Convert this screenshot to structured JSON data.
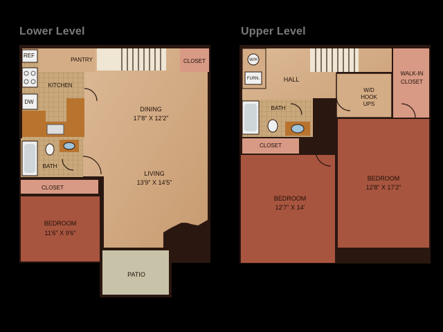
{
  "levels": {
    "lower": "Lower Level",
    "upper": "Upper Level"
  },
  "lower_rooms": {
    "ref": "REF",
    "dw": "DW",
    "pantry": "PANTRY",
    "kitchen": "KITCHEN",
    "closet_top": "CLOSET",
    "dining": "DINING",
    "dining_dim": "17'8\" X 12'2\"",
    "bath": "BATH",
    "living": "LIVING",
    "living_dim": "13'9\" X 14'5\"",
    "closet_bottom": "CLOSET",
    "bedroom": "BEDROOM",
    "bedroom_dim": "11'6\" X 9'6\"",
    "patio": "PATIO"
  },
  "upper_rooms": {
    "wh": "W/H",
    "furn": "FURN.",
    "hall": "HALL",
    "wd_line1": "W/D",
    "wd_line2": "HOOK",
    "wd_line3": "UPS",
    "walkin_line1": "WALK-IN",
    "walkin_line2": "CLOSET",
    "bath": "BATH",
    "closet": "CLOSET",
    "bedroom1": "BEDROOM",
    "bedroom1_dim": "12'7\" X 14'",
    "bedroom2": "BEDROOM",
    "bedroom2_dim": "12'8\" X 17'2\""
  },
  "colors": {
    "background": "#000000",
    "wall": "#2a1710",
    "living_floor": "#d4ad86",
    "bedroom_floor": "#a8553f",
    "closet_floor": "#d89a85",
    "tile_floor": "#c9a97c",
    "counter": "#b8742f",
    "patio": "#c8c3a8",
    "fixture": "#f0f0f0",
    "level_label": "#7a7a7a"
  }
}
